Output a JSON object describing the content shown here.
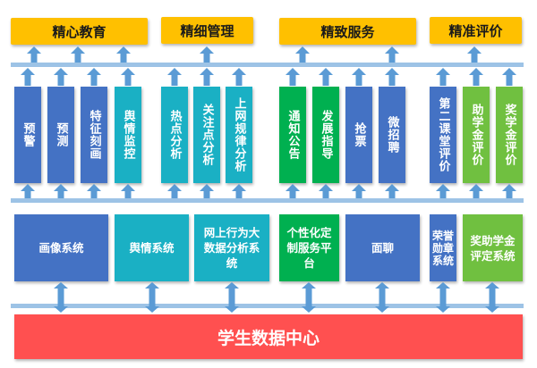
{
  "colors": {
    "header": "#ffc000",
    "bar": "#9dc3e6",
    "arrow": "#5b9bd5",
    "blue": "#4472c4",
    "teal": "#1ab0c4",
    "green": "#00b050",
    "bottom": "#ff5050"
  },
  "headers": [
    "精心教育",
    "精细管理",
    "精致服务",
    "精准评价"
  ],
  "columns": [
    "预警",
    "预测",
    "特征刻画",
    "舆情监控",
    "热点分析",
    "关注点分析",
    "上网规律分析",
    "通知公告",
    "发展指导",
    "抢票",
    "微招聘",
    "第二课堂评价",
    "助学金评价",
    "奖学金评价"
  ],
  "systems": [
    "画像系统",
    "舆情系统",
    "网上行为大数据分析系统",
    "个性化定制服务平台",
    "面聊",
    "荣誉勋章系统",
    "奖助学金评定系统"
  ],
  "bottom": "学生数据中心"
}
